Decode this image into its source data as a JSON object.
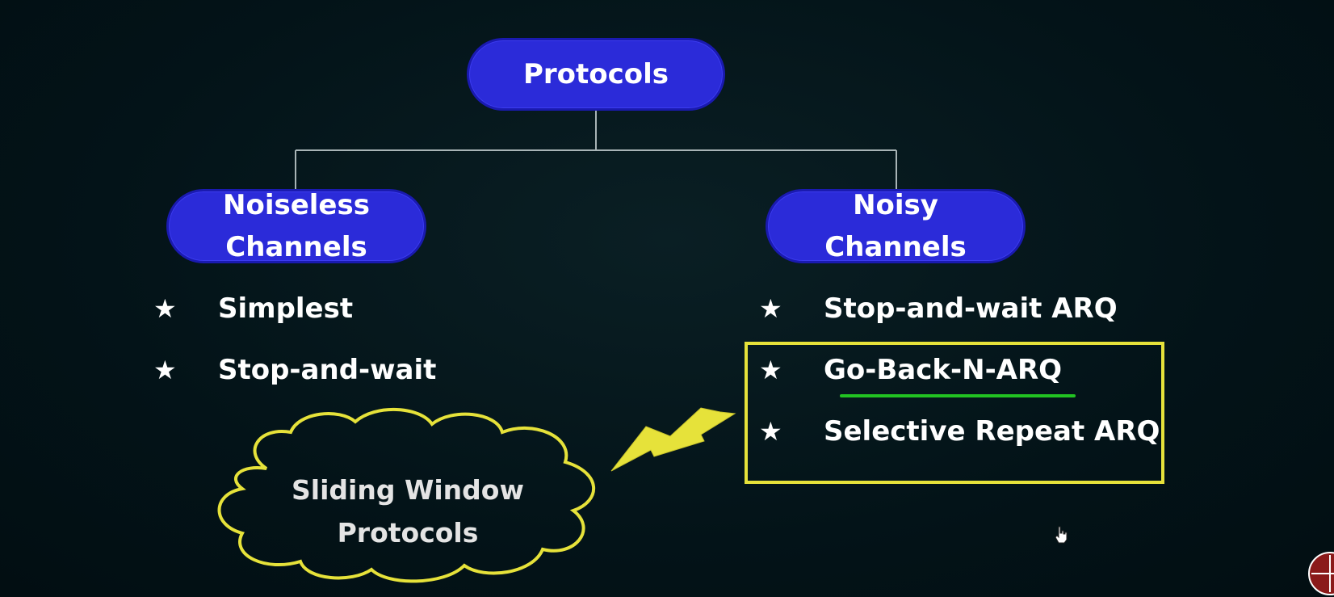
{
  "diagram": {
    "root": {
      "label": "Protocols"
    },
    "branches": [
      {
        "label": "Noiseless\nChannels",
        "items": [
          "Simplest",
          "Stop-and-wait"
        ]
      },
      {
        "label": "Noisy\nChannels",
        "items": [
          "Stop-and-wait ARQ",
          "Go-Back-N-ARQ",
          "Selective Repeat ARQ"
        ]
      }
    ],
    "bullet_icon": "star-icon",
    "callout": {
      "label": "Sliding Window\nProtocols"
    }
  },
  "colors": {
    "background": "#031318",
    "node_fill": "#2b2bd9",
    "connector": "#a8b4b6",
    "highlight": "#e6e23a",
    "underline": "#22c322",
    "text": "#ffffff"
  }
}
